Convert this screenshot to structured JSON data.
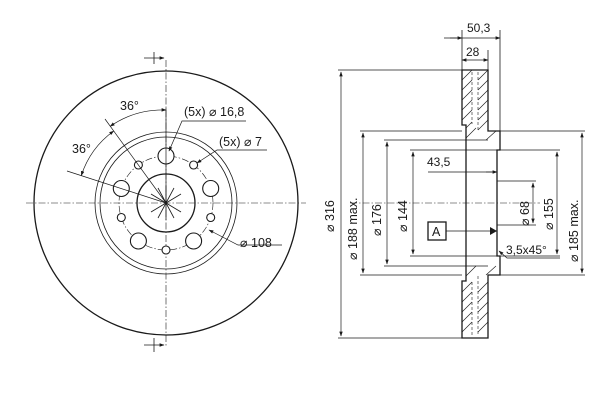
{
  "front_view": {
    "angle_outer": "36°",
    "angle_inner": "36°",
    "bolt_holes": "(5x) ⌀ 16,8",
    "small_holes": "(5x) ⌀ 7",
    "bolt_circle": "⌀ 108"
  },
  "section_view": {
    "total_width": "50,3",
    "hub_width": "28",
    "hub_depth": "43,5",
    "outer_diameter": "⌀ 316",
    "friction_max": "⌀ 188 max.",
    "inner_176": "⌀ 176",
    "inner_144": "⌀ 144",
    "center_bore": "⌀ 68",
    "hub_outer": "⌀ 155",
    "inner_185": "⌀ 185 max.",
    "chamfer": "3,5x45°",
    "datum": "A"
  }
}
